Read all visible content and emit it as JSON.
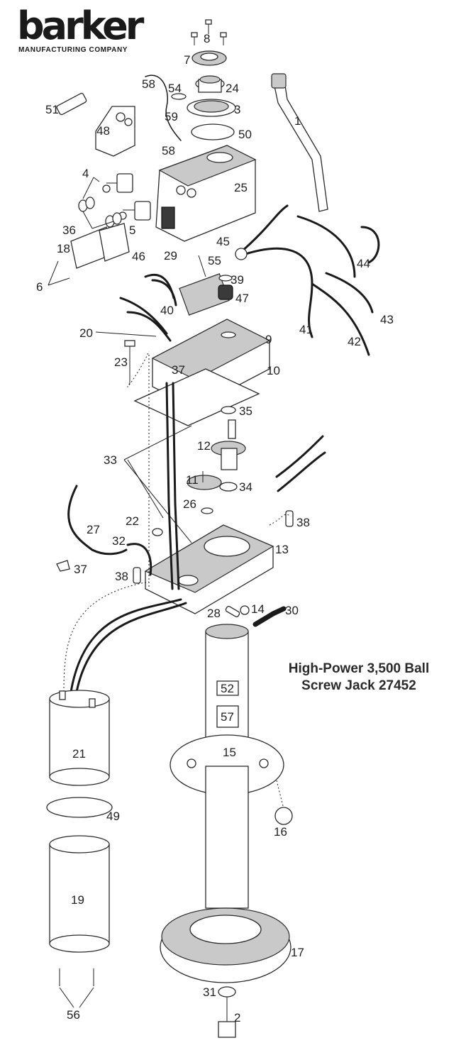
{
  "header": {
    "brand": "barker",
    "subtitle": "MANUFACTURING COMPANY"
  },
  "diagram": {
    "title_line1": "High-Power 3,500 Ball",
    "title_line2": "Screw Jack 27452",
    "parts": [
      {
        "id": "p1",
        "label": "1"
      },
      {
        "id": "p2",
        "label": "2"
      },
      {
        "id": "p3",
        "label": "3"
      },
      {
        "id": "p4",
        "label": "4"
      },
      {
        "id": "p5",
        "label": "5"
      },
      {
        "id": "p6",
        "label": "6"
      },
      {
        "id": "p7",
        "label": "7"
      },
      {
        "id": "p8",
        "label": "8"
      },
      {
        "id": "p9",
        "label": "9"
      },
      {
        "id": "p10",
        "label": "10"
      },
      {
        "id": "p11",
        "label": "11"
      },
      {
        "id": "p12",
        "label": "12"
      },
      {
        "id": "p13",
        "label": "13"
      },
      {
        "id": "p14",
        "label": "14"
      },
      {
        "id": "p15",
        "label": "15"
      },
      {
        "id": "p16",
        "label": "16"
      },
      {
        "id": "p17",
        "label": "17"
      },
      {
        "id": "p18",
        "label": "18"
      },
      {
        "id": "p19",
        "label": "19"
      },
      {
        "id": "p20",
        "label": "20"
      },
      {
        "id": "p21",
        "label": "21"
      },
      {
        "id": "p22",
        "label": "22"
      },
      {
        "id": "p23",
        "label": "23"
      },
      {
        "id": "p24",
        "label": "24"
      },
      {
        "id": "p25",
        "label": "25"
      },
      {
        "id": "p26",
        "label": "26"
      },
      {
        "id": "p27",
        "label": "27"
      },
      {
        "id": "p28",
        "label": "28"
      },
      {
        "id": "p29",
        "label": "29"
      },
      {
        "id": "p30",
        "label": "30"
      },
      {
        "id": "p31",
        "label": "31"
      },
      {
        "id": "p32",
        "label": "32"
      },
      {
        "id": "p33",
        "label": "33"
      },
      {
        "id": "p34",
        "label": "34"
      },
      {
        "id": "p35",
        "label": "35"
      },
      {
        "id": "p36",
        "label": "36"
      },
      {
        "id": "p37a",
        "label": "37"
      },
      {
        "id": "p37b",
        "label": "37"
      },
      {
        "id": "p38a",
        "label": "38"
      },
      {
        "id": "p38b",
        "label": "38"
      },
      {
        "id": "p39",
        "label": "39"
      },
      {
        "id": "p40",
        "label": "40"
      },
      {
        "id": "p41",
        "label": "41"
      },
      {
        "id": "p42",
        "label": "42"
      },
      {
        "id": "p43",
        "label": "43"
      },
      {
        "id": "p44",
        "label": "44"
      },
      {
        "id": "p45",
        "label": "45"
      },
      {
        "id": "p46",
        "label": "46"
      },
      {
        "id": "p47",
        "label": "47"
      },
      {
        "id": "p48",
        "label": "48"
      },
      {
        "id": "p49",
        "label": "49"
      },
      {
        "id": "p50",
        "label": "50"
      },
      {
        "id": "p51",
        "label": "51"
      },
      {
        "id": "p52",
        "label": "52"
      },
      {
        "id": "p54",
        "label": "54"
      },
      {
        "id": "p55",
        "label": "55"
      },
      {
        "id": "p56",
        "label": "56"
      },
      {
        "id": "p57",
        "label": "57"
      },
      {
        "id": "p58a",
        "label": "58"
      },
      {
        "id": "p58b",
        "label": "58"
      },
      {
        "id": "p59",
        "label": "59"
      }
    ]
  }
}
